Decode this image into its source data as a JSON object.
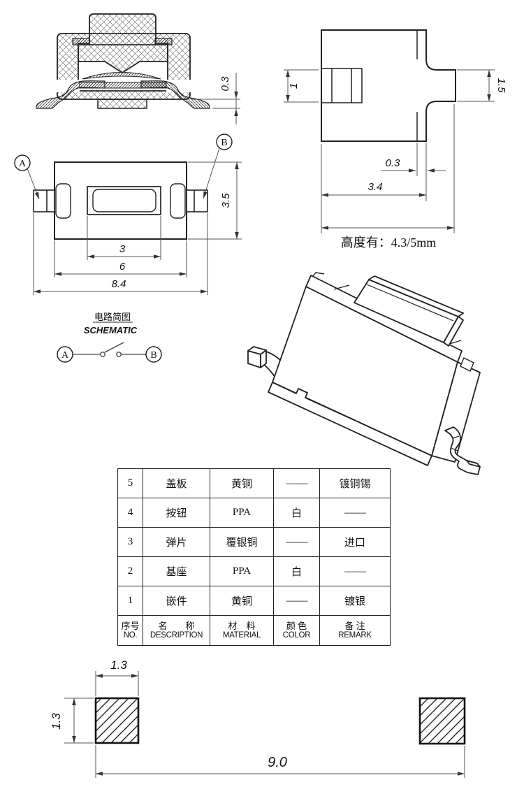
{
  "section": {
    "dim_standoff": "0.3"
  },
  "side": {
    "dim_slot": "1",
    "dim_knob": "1.5",
    "dim_step": "0.3",
    "dim_depth": "3.4",
    "height_note": "高度有：4.3/5mm"
  },
  "top": {
    "balloon_a": "A",
    "balloon_b": "B",
    "dim_button": "3",
    "dim_body": "6",
    "dim_overall": "8.4",
    "dim_width": "3.5"
  },
  "schematic": {
    "title_zh": "电路简图",
    "title_en": "SCHEMATIC",
    "terminal_a": "A",
    "terminal_b": "B"
  },
  "footprint": {
    "dim_pad_w": "1.3",
    "dim_pad_h": "1.3",
    "dim_span": "9.0"
  },
  "bom": {
    "header": {
      "no_zh": "序号",
      "no_en": "NO.",
      "desc_zh": "名　　称",
      "desc_en": "DESCRIPTION",
      "mat_zh": "材　料",
      "mat_en": "MATERIAL",
      "col_zh": "颜 色",
      "col_en": "COLOR",
      "rem_zh": "备 注",
      "rem_en": "REMARK"
    },
    "rows": [
      {
        "no": "5",
        "desc": "盖板",
        "mat": "黄铜",
        "color": "——",
        "remark": "镀铜锡"
      },
      {
        "no": "4",
        "desc": "按钮",
        "mat": "PPA",
        "color": "白",
        "remark": "——"
      },
      {
        "no": "3",
        "desc": "弹片",
        "mat": "覆银铜",
        "color": "——",
        "remark": "进口"
      },
      {
        "no": "2",
        "desc": "基座",
        "mat": "PPA",
        "color": "白",
        "remark": "——"
      },
      {
        "no": "1",
        "desc": "嵌件",
        "mat": "黄铜",
        "color": "——",
        "remark": "镀银"
      }
    ]
  },
  "colors": {
    "line": "#222222",
    "dim": "#555555",
    "background": "#ffffff"
  }
}
